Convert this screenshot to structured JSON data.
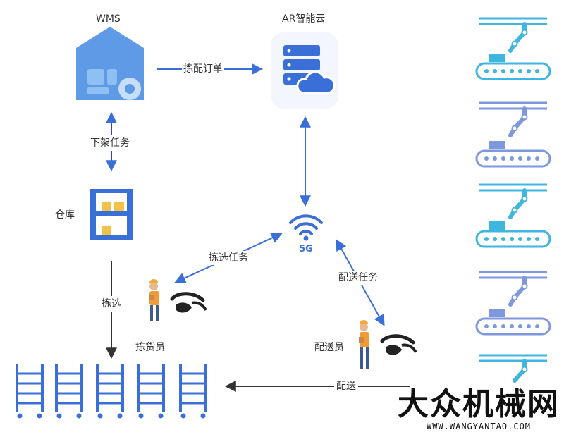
{
  "nodes": {
    "wms": "WMS",
    "ar_cloud": "AR智能云",
    "warehouse": "仓库",
    "network": "5G",
    "picker": "拣货员",
    "courier": "配送员"
  },
  "edges": {
    "order": "拣配订单",
    "shelf_task": "下架任务",
    "picking": "拣选",
    "pick_task": "拣选任务",
    "delivery_task": "配送任务",
    "delivery": "配送"
  },
  "watermark": {
    "brand": "大众机械网",
    "url": "WWW.WANGYANTAO.COM"
  },
  "colors": {
    "primary": "#3b72d9",
    "arrow": "#3b6fd8",
    "dark_arrow": "#333333",
    "teal": "#3fb6e0",
    "periwinkle": "#7f97dd",
    "accent_yellow": "#f3c04a"
  }
}
